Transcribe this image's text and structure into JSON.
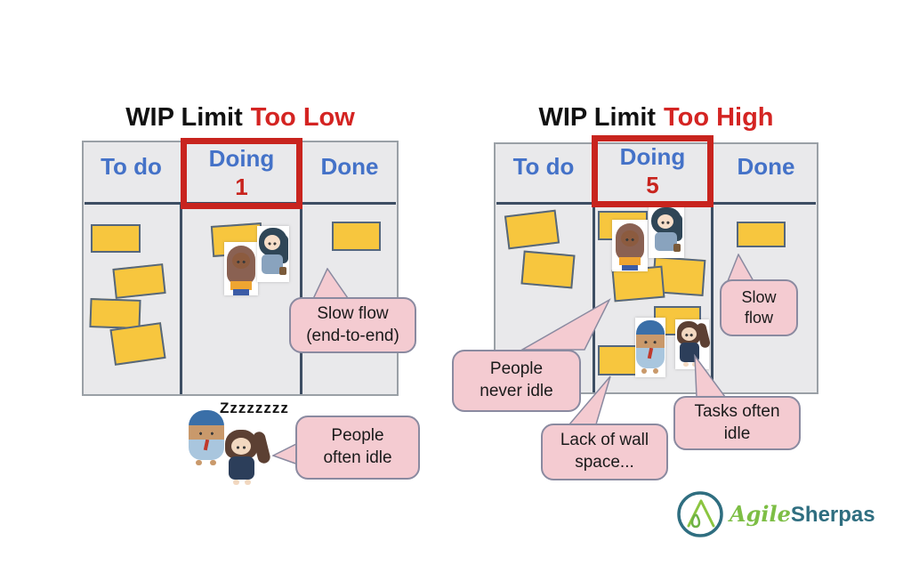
{
  "boards": [
    {
      "title_black": "WIP Limit",
      "title_red": "Too Low",
      "columns": [
        "To do",
        "Doing",
        "Done"
      ],
      "wip_limit": "1",
      "note_counts": {
        "todo": 4,
        "doing": 1,
        "done": 1
      }
    },
    {
      "title_black": "WIP Limit",
      "title_red": "Too High",
      "columns": [
        "To do",
        "Doing",
        "Done"
      ],
      "wip_limit": "5",
      "note_counts": {
        "todo": 2,
        "doing": 5,
        "done": 1
      }
    }
  ],
  "annotations": {
    "slow_flow_low": "Slow flow\n(end-to-end)",
    "people_often_idle": "People\noften idle",
    "slow_flow_high": "Slow\nflow",
    "people_never_idle": "People\nnever idle",
    "lack_of_wall_space": "Lack of wall\nspace...",
    "tasks_often_idle": "Tasks often\nidle",
    "sleep": "Zzzzzzzz"
  },
  "logo": {
    "agile": "Agile",
    "sherpas": "Sherpas",
    "icon": "mountain-drop-icon"
  },
  "colors": {
    "title_red": "#D42422",
    "header_blue": "#4472C8",
    "wip_red": "#C8241E",
    "red_box": "#C8241E",
    "sticky_fill": "#F7C63E",
    "sticky_border": "#55677D",
    "board_bg": "#E9E9EB",
    "divider": "#3D4E63",
    "bubble_bg": "#F4CBD1",
    "bubble_border": "#8A8AA0",
    "logo_green": "#7DBE45",
    "logo_teal": "#2F6E80"
  }
}
